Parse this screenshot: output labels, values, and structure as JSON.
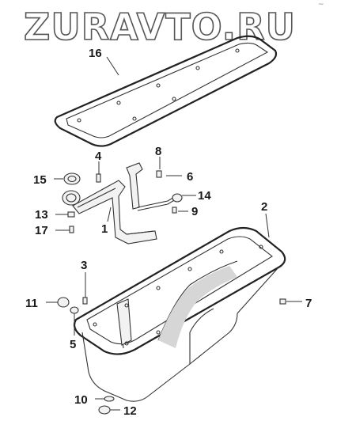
{
  "watermark": {
    "text": "ZURAVTO.RU"
  },
  "corner_mark": "~",
  "callouts": [
    {
      "id": "16",
      "label": "16"
    },
    {
      "id": "4",
      "label": "4"
    },
    {
      "id": "8",
      "label": "8"
    },
    {
      "id": "6",
      "label": "6"
    },
    {
      "id": "15",
      "label": "15"
    },
    {
      "id": "14",
      "label": "14"
    },
    {
      "id": "9",
      "label": "9"
    },
    {
      "id": "13",
      "label": "13"
    },
    {
      "id": "17",
      "label": "17"
    },
    {
      "id": "1",
      "label": "1"
    },
    {
      "id": "2",
      "label": "2"
    },
    {
      "id": "3",
      "label": "3"
    },
    {
      "id": "11",
      "label": "11"
    },
    {
      "id": "7",
      "label": "7"
    },
    {
      "id": "5",
      "label": "5"
    },
    {
      "id": "10",
      "label": "10"
    },
    {
      "id": "12",
      "label": "12"
    }
  ],
  "colors": {
    "line": "#333333",
    "text": "#1a1a1a",
    "watermark_stroke": "#555555"
  }
}
